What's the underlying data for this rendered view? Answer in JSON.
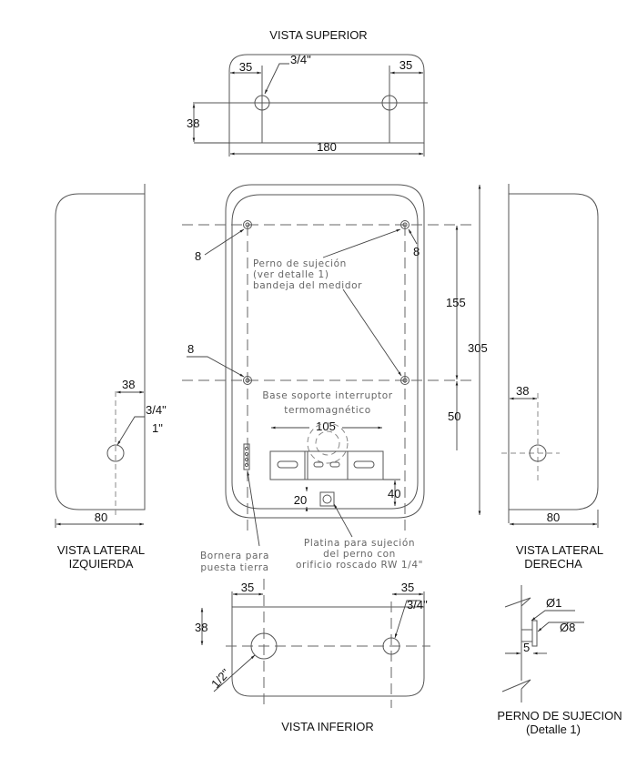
{
  "views": {
    "top": {
      "title": "VISTA SUPERIOR",
      "dim_left": "35",
      "dim_right": "35",
      "dim_depth": "38",
      "dim_width": "180",
      "hole_label": "3/4\""
    },
    "front": {
      "hole_dia_tl": "8",
      "hole_dia_tr": "8",
      "hole_dia_bl": "8",
      "note_bolt": [
        "Perno de sujeción",
        "(ver detalle 1)",
        "bandeja del medidor"
      ],
      "note_base": [
        "Base soporte interruptor",
        "termomagnético"
      ],
      "dim_base_width": "105",
      "dim_plate_offset": "20",
      "dim_base_height": "40",
      "dim_hole_spacing_v": "155",
      "dim_lower": "50",
      "dim_total_height": "305",
      "note_ground": [
        "Bornera para",
        "puesta tierra"
      ],
      "note_plate": [
        "Platina para sujeción",
        "del perno con",
        "orificio roscado RW 1/4\""
      ]
    },
    "left": {
      "title": [
        "VISTA LATERAL",
        "IZQUIERDA"
      ],
      "dim_offset": "38",
      "hole_labels": [
        "3/4\"",
        "1\""
      ],
      "dim_depth": "80"
    },
    "right": {
      "title": [
        "VISTA LATERAL",
        "DERECHA"
      ],
      "dim_offset": "38",
      "dim_depth": "80"
    },
    "bottom": {
      "title": "VISTA INFERIOR",
      "dim_left": "35",
      "dim_right": "35",
      "dim_depth": "38",
      "hole_large": "1/2\"",
      "hole_small": "3/4\""
    },
    "detail": {
      "title": [
        "PERNO DE SUJECION",
        "(Detalle 1)"
      ],
      "dia_small": "Ø1",
      "dia_large": "Ø8",
      "length": "5"
    }
  }
}
